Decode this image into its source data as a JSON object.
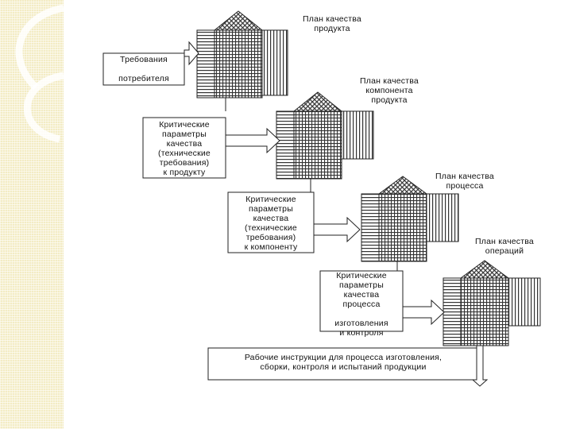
{
  "house_titles": [
    {
      "line1": "План качества",
      "line2": "продукта"
    },
    {
      "line1": "План качества",
      "line2": "компонента",
      "line3": "продукта"
    },
    {
      "line1": "План качества",
      "line2": "процесса"
    },
    {
      "line1": "План качества",
      "line2": "операций"
    }
  ],
  "input_boxes": [
    {
      "line1": "Требования",
      "line2": "потребителя"
    },
    {
      "line1": "Критические",
      "line2": "параметры",
      "line3": "качества",
      "line4": "(технические",
      "line5": "требования)",
      "line6": "к продукту"
    },
    {
      "line1": "Критические",
      "line2": "параметры",
      "line3": "качества",
      "line4": "(технические",
      "line5": "требования)",
      "line6": "к компоненту"
    },
    {
      "line1": "Критические",
      "line2": "параметры",
      "line3": "качества",
      "line4": "процесса",
      "line5": "изготовления",
      "line6": "и контроля"
    }
  ],
  "output_box": {
    "line1": "Рабочие инструкции для процесса изготовления,",
    "line2": "сборки, контроля и испытаний продукции"
  },
  "colors": {
    "stripe": "#f3ecc4",
    "line": "#222222",
    "house_fill": "#c8c8c8"
  }
}
